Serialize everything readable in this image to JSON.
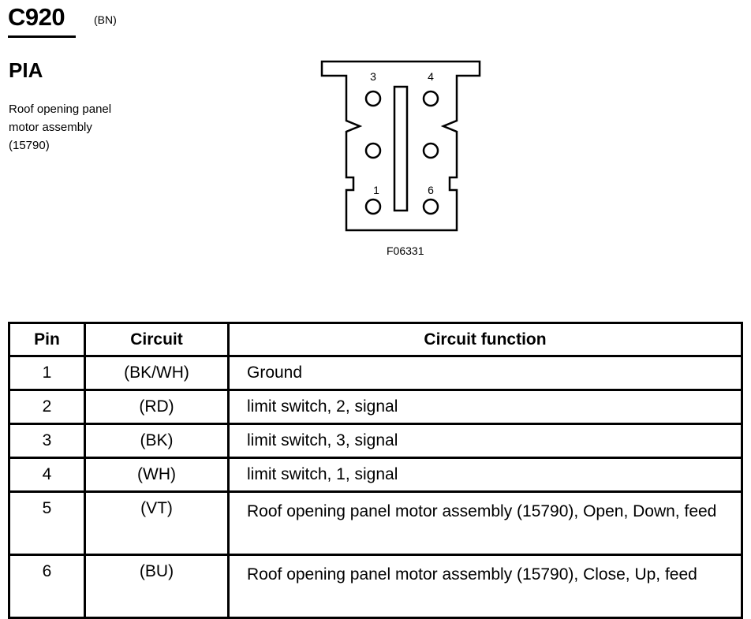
{
  "header": {
    "connector_id": "C920",
    "connector_color": "(BN)",
    "system_code": "PIA",
    "component_lines": [
      "Roof opening panel",
      "motor assembly",
      "(15790)"
    ]
  },
  "diagram": {
    "pin_labels": [
      "3",
      "4",
      "1",
      "6"
    ],
    "figure_id": "F06331"
  },
  "table": {
    "headers": [
      "Pin",
      "Circuit",
      "Circuit function"
    ],
    "rows": [
      {
        "pin": "1",
        "circuit": "(BK/WH)",
        "function": "Ground"
      },
      {
        "pin": "2",
        "circuit": "(RD)",
        "function": "limit switch, 2, signal"
      },
      {
        "pin": "3",
        "circuit": "(BK)",
        "function": "limit switch, 3, signal"
      },
      {
        "pin": "4",
        "circuit": "(WH)",
        "function": "limit switch, 1, signal"
      },
      {
        "pin": "5",
        "circuit": "(VT)",
        "function": "Roof opening panel motor assembly (15790), Open, Down, feed"
      },
      {
        "pin": "6",
        "circuit": "(BU)",
        "function": "Roof opening panel motor assembly (15790), Close, Up, feed"
      }
    ]
  }
}
